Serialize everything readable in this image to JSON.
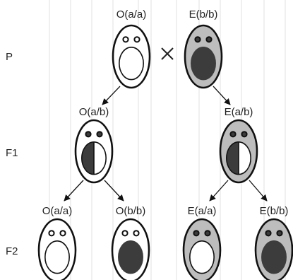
{
  "generations": [
    {
      "id": "P",
      "label": "P"
    },
    {
      "id": "F1",
      "label": "F1"
    },
    {
      "id": "F2",
      "label": "F2"
    }
  ],
  "individuals": [
    {
      "id": "p-o",
      "label": "O(a/a)",
      "body": "white",
      "mouth": "open"
    },
    {
      "id": "p-e",
      "label": "E(b/b)",
      "body": "gray",
      "mouth": "filled"
    },
    {
      "id": "f1-o",
      "label": "O(a/b)",
      "body": "white",
      "mouth": "half"
    },
    {
      "id": "f1-e",
      "label": "E(a/b)",
      "body": "gray",
      "mouth": "half"
    },
    {
      "id": "f2-1",
      "label": "O(a/a)",
      "body": "white",
      "mouth": "open"
    },
    {
      "id": "f2-2",
      "label": "O(b/b)",
      "body": "white",
      "mouth": "filled"
    },
    {
      "id": "f2-3",
      "label": "E(a/a)",
      "body": "gray",
      "mouth": "open"
    },
    {
      "id": "f2-4",
      "label": "E(b/b)",
      "body": "gray",
      "mouth": "filled"
    }
  ],
  "cross_symbol": "×",
  "colors": {
    "outline": "#111111",
    "white_body": "#ffffff",
    "gray_body": "#bdbdbd",
    "dark_fill": "#3c3c3c",
    "background_stripe": "#e2e2e2"
  }
}
